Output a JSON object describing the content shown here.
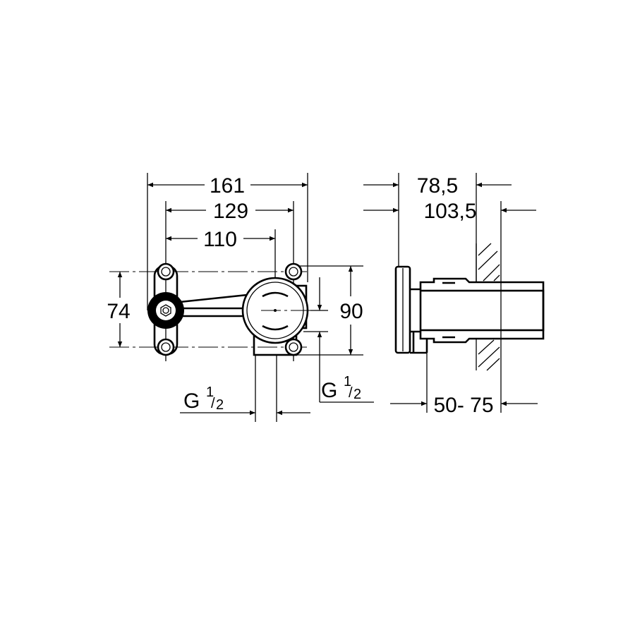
{
  "dimensions": {
    "overall_width": "161",
    "hole_spacing": "129",
    "center_distance": "110",
    "left_height": "74",
    "right_height": "90",
    "side_depth_1": "78,5",
    "side_depth_2": "103,5",
    "wall_range": "50- 75"
  },
  "connections": {
    "bottom": {
      "main": "G",
      "num": "1",
      "den": "2"
    },
    "side": {
      "main": "G",
      "num": "1",
      "den": "2"
    }
  },
  "colors": {
    "line": "#000000",
    "background": "#ffffff"
  }
}
